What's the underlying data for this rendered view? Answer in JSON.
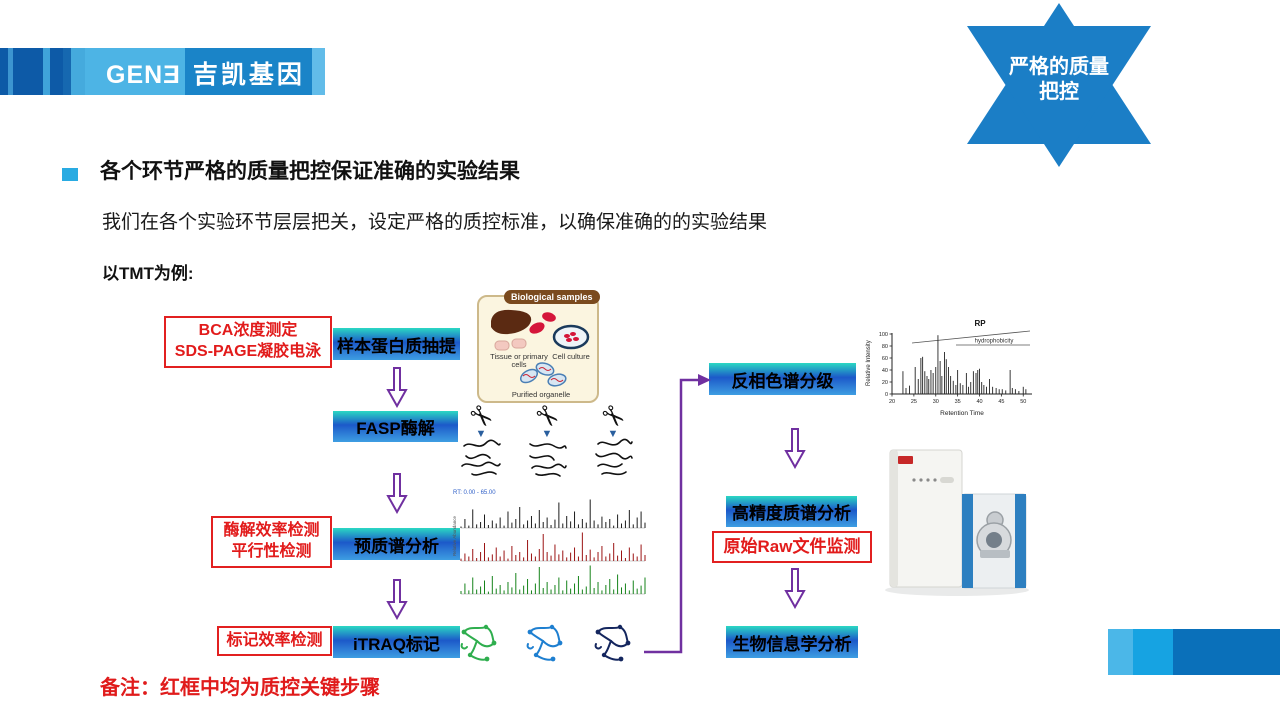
{
  "logo": {
    "latin": "GENƎ",
    "cn": "吉凯基因"
  },
  "badge": {
    "line1": "严格的质量",
    "line2": "把控"
  },
  "heading": {
    "title": "各个环节严格的质量把控保证准确的实验结果",
    "subtitle": "我们在各个实验环节层层把关，设定严格的质控标准，以确保准确的的实验结果",
    "example_label": "以TMT为例:"
  },
  "flow": {
    "qc1_line1": "BCA浓度测定",
    "qc1_line2": "SDS-PAGE凝胶电泳",
    "qc2_line1": "酶解效率检测",
    "qc2_line2": "平行性检测",
    "qc3": "标记效率检测",
    "qc4": "原始Raw文件监测",
    "step1": "样本蛋白质抽提",
    "step2": "FASP酶解",
    "step3": "预质谱分析",
    "step4": "iTRAQ标记",
    "step5": "反相色谱分级",
    "step6": "高精度质谱分析",
    "step7": "生物信息学分析"
  },
  "bio_card": {
    "title": "Biological samples",
    "label_tissue_l1": "Tissue or primary",
    "label_tissue_l2": "cells",
    "label_cell": "Cell culture",
    "label_organelle": "Purified organelle"
  },
  "note": "备注：红框中均为质控关键步骤",
  "colors": {
    "brand_blue": "#1b7ec6",
    "accent_light_blue": "#29abe2",
    "qc_red": "#e21b1b",
    "connector_purple": "#7030A0",
    "step_gradient_top": "#2bd8c3",
    "step_gradient_mid": "#1c59c9",
    "step_gradient_bottom": "#3e9ee2"
  },
  "chart_data": [
    {
      "id": "rp",
      "type": "line",
      "title": "RP",
      "annotation": "hydrophobicity",
      "xlabel": "Retention Time",
      "ylabel": "Relative Intensity",
      "xlim": [
        20,
        52
      ],
      "ylim": [
        0,
        100
      ],
      "xticks": [
        20,
        25,
        30,
        35,
        40,
        45,
        50
      ],
      "yticks": [
        0,
        20,
        40,
        60,
        80,
        100
      ],
      "peaks_x": [
        22.5,
        23.2,
        24,
        25.3,
        26,
        26.6,
        27,
        27.5,
        28,
        28.4,
        28.9,
        29.4,
        30,
        30.5,
        31,
        31.4,
        32,
        32.4,
        32.9,
        33.4,
        34,
        34.6,
        35,
        35.6,
        36.2,
        37,
        37.5,
        38,
        38.6,
        39.2,
        39.6,
        40,
        40.5,
        41,
        41.6,
        42.3,
        43,
        43.8,
        44.5,
        45.2,
        46,
        47,
        47.5,
        48.2,
        49,
        50,
        50.6
      ],
      "peaks_h": [
        38,
        10,
        14,
        45,
        25,
        60,
        62,
        38,
        30,
        25,
        40,
        35,
        45,
        98,
        55,
        30,
        70,
        58,
        45,
        30,
        22,
        15,
        40,
        18,
        15,
        35,
        12,
        20,
        38,
        35,
        40,
        42,
        20,
        15,
        12,
        25,
        12,
        10,
        8,
        8,
        6,
        40,
        10,
        8,
        5,
        12,
        8
      ]
    },
    {
      "id": "prems",
      "type": "line",
      "header": "RT: 0.00 - 65.00",
      "ylabel": "Relative Abundance",
      "series": [
        {
          "color": "#1c1c1c",
          "heights": [
            5,
            30,
            8,
            62,
            12,
            20,
            45,
            10,
            25,
            15,
            35,
            8,
            55,
            18,
            30,
            70,
            12,
            25,
            40,
            15,
            60,
            20,
            35,
            10,
            28,
            85,
            15,
            40,
            22,
            55,
            12,
            30,
            18,
            95,
            25,
            12,
            38,
            20,
            30,
            8,
            45,
            15,
            25,
            60,
            12,
            35,
            55,
            18
          ]
        },
        {
          "color": "#9b1313",
          "heights": [
            8,
            25,
            15,
            40,
            10,
            30,
            60,
            12,
            22,
            45,
            15,
            35,
            8,
            50,
            20,
            30,
            12,
            70,
            25,
            15,
            40,
            90,
            30,
            18,
            55,
            22,
            35,
            12,
            28,
            45,
            15,
            95,
            20,
            38,
            12,
            30,
            50,
            15,
            25,
            60,
            18,
            35,
            10,
            45,
            25,
            15,
            55,
            20
          ]
        },
        {
          "color": "#15831a",
          "heights": [
            10,
            35,
            12,
            55,
            15,
            25,
            45,
            8,
            60,
            18,
            30,
            12,
            40,
            22,
            70,
            15,
            28,
            50,
            12,
            35,
            90,
            20,
            40,
            15,
            30,
            55,
            12,
            45,
            18,
            35,
            60,
            15,
            25,
            95,
            20,
            40,
            12,
            30,
            50,
            15,
            65,
            22,
            35,
            12,
            45,
            18,
            28,
            55
          ]
        }
      ]
    }
  ]
}
